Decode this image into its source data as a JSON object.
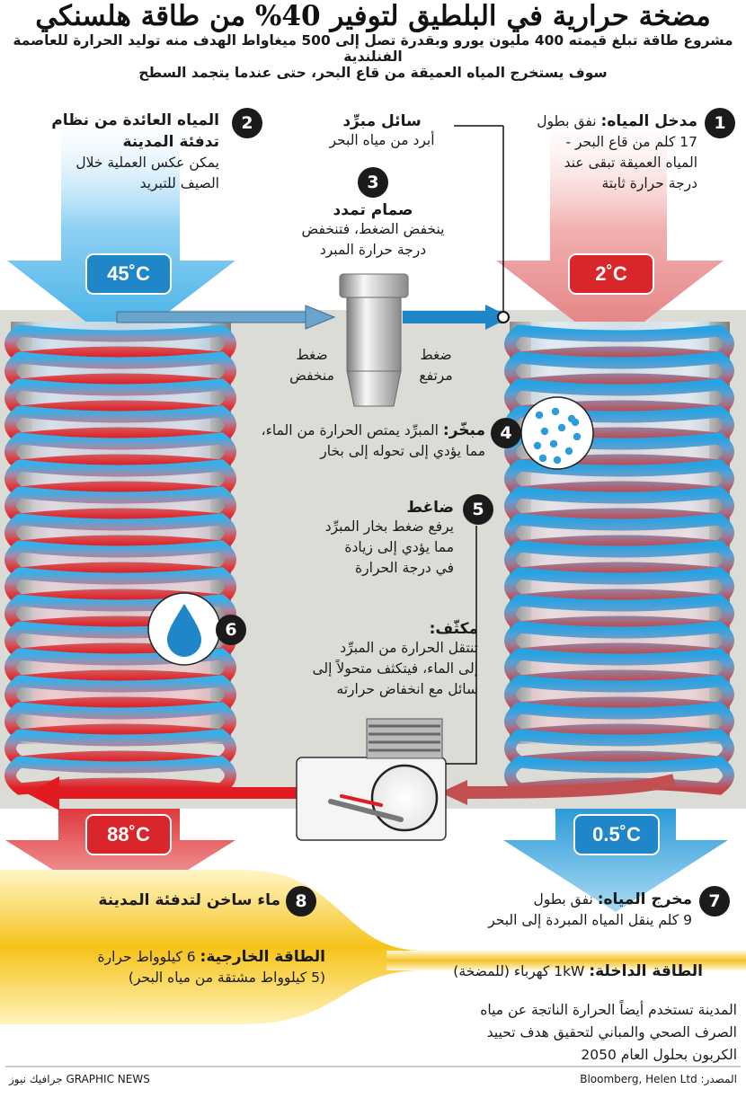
{
  "title": "مضخة حرارية في البلطيق لتوفير 40% من طاقة هلسنكي",
  "subtitle": {
    "line1": "مشروع طاقة تبلغ قيمته 400 مليون يورو وبقدرة تصل إلى 500 ميغاواط الهدف منه توليد الحرارة للعاصمة الفنلندية",
    "line2": "سوف يستخرج المياه العميقة من قاع البحر، حتى عندما يتجمد السطح"
  },
  "steps": [
    {
      "num": "1",
      "title": "مدخل المياه:",
      "lead": "نفق بطول",
      "lines": [
        "17 كلم من قاع البحر -",
        "المياه العميقة تبقى عند",
        "درجة حرارة ثابتة"
      ]
    },
    {
      "num": "2",
      "title_lines": [
        "المياه العائدة من نظام",
        "تدفئة المدينة"
      ],
      "lines": [
        "يمكن عكس العملية خلال",
        "الصيف للتبريد"
      ]
    },
    {
      "num": "3",
      "title": "صمام تمدد",
      "lines": [
        "ينخفض الضغط، فتنخفض",
        "درجة حرارة المبرد"
      ]
    },
    {
      "num": "4",
      "title": "مبخّر:",
      "lead": "المبرِّد يمتص الحرارة من الماء،",
      "lines": [
        "مما يؤدي إلى تحوله إلى بخار"
      ]
    },
    {
      "num": "5",
      "title": "ضاغط",
      "lines": [
        "يرفع ضغط بخار المبرِّد",
        "مما يؤدي إلى زيادة",
        "في درجة الحرارة"
      ]
    },
    {
      "num": "6",
      "title": "مكثّف:",
      "lines": [
        "تنتقل الحرارة من المبرِّد",
        "إلى الماء، فيتكثف متحولاً إلى",
        "سائل مع انخفاض حرارته"
      ]
    },
    {
      "num": "7",
      "title": "مخرج المياه:",
      "lead": "نفق بطول",
      "lines": [
        "9 كلم ينقل المياه المبردة إلى البحر"
      ]
    },
    {
      "num": "8",
      "title": "ماء ساخن لتدفئة المدينة"
    }
  ],
  "coolant": {
    "title": "سائل مبرِّد",
    "line": "أبرد من مياه البحر"
  },
  "pressure": {
    "high": [
      "ضغط",
      "مرتفع"
    ],
    "low": [
      "ضغط",
      "منخفض"
    ]
  },
  "temps": {
    "return_city": "45˚C",
    "intake": "2˚C",
    "hot_out": "88˚C",
    "cold_out": "0.5˚C"
  },
  "energy": {
    "input_label": "الطاقة الداخلة:",
    "input_value": "1kW كهرباء (للمضخة)",
    "output_label": "الطاقة الخارجية:",
    "output_value": "6 كيلوواط حرارة",
    "output_note": "(5 كيلوواط مشتقة من مياه البحر)"
  },
  "note": [
    "المدينة تستخدم أيضاً الحرارة الناتجة عن مياه",
    "الصرف الصحي والمباني لتحقيق هدف تحييد",
    "الكربون بحلول العام 2050"
  ],
  "source": "المصدر: Bloomberg, Helen Ltd",
  "credit": "GRAPHIC NEWS جرافيك نيوز",
  "colors": {
    "hot": "#d8262b",
    "cold": "#1f86c9",
    "yellow": "#f7c51a",
    "panel": "#dcdcd6"
  },
  "icons": [
    "droplet-icon",
    "bubbles-icon"
  ]
}
